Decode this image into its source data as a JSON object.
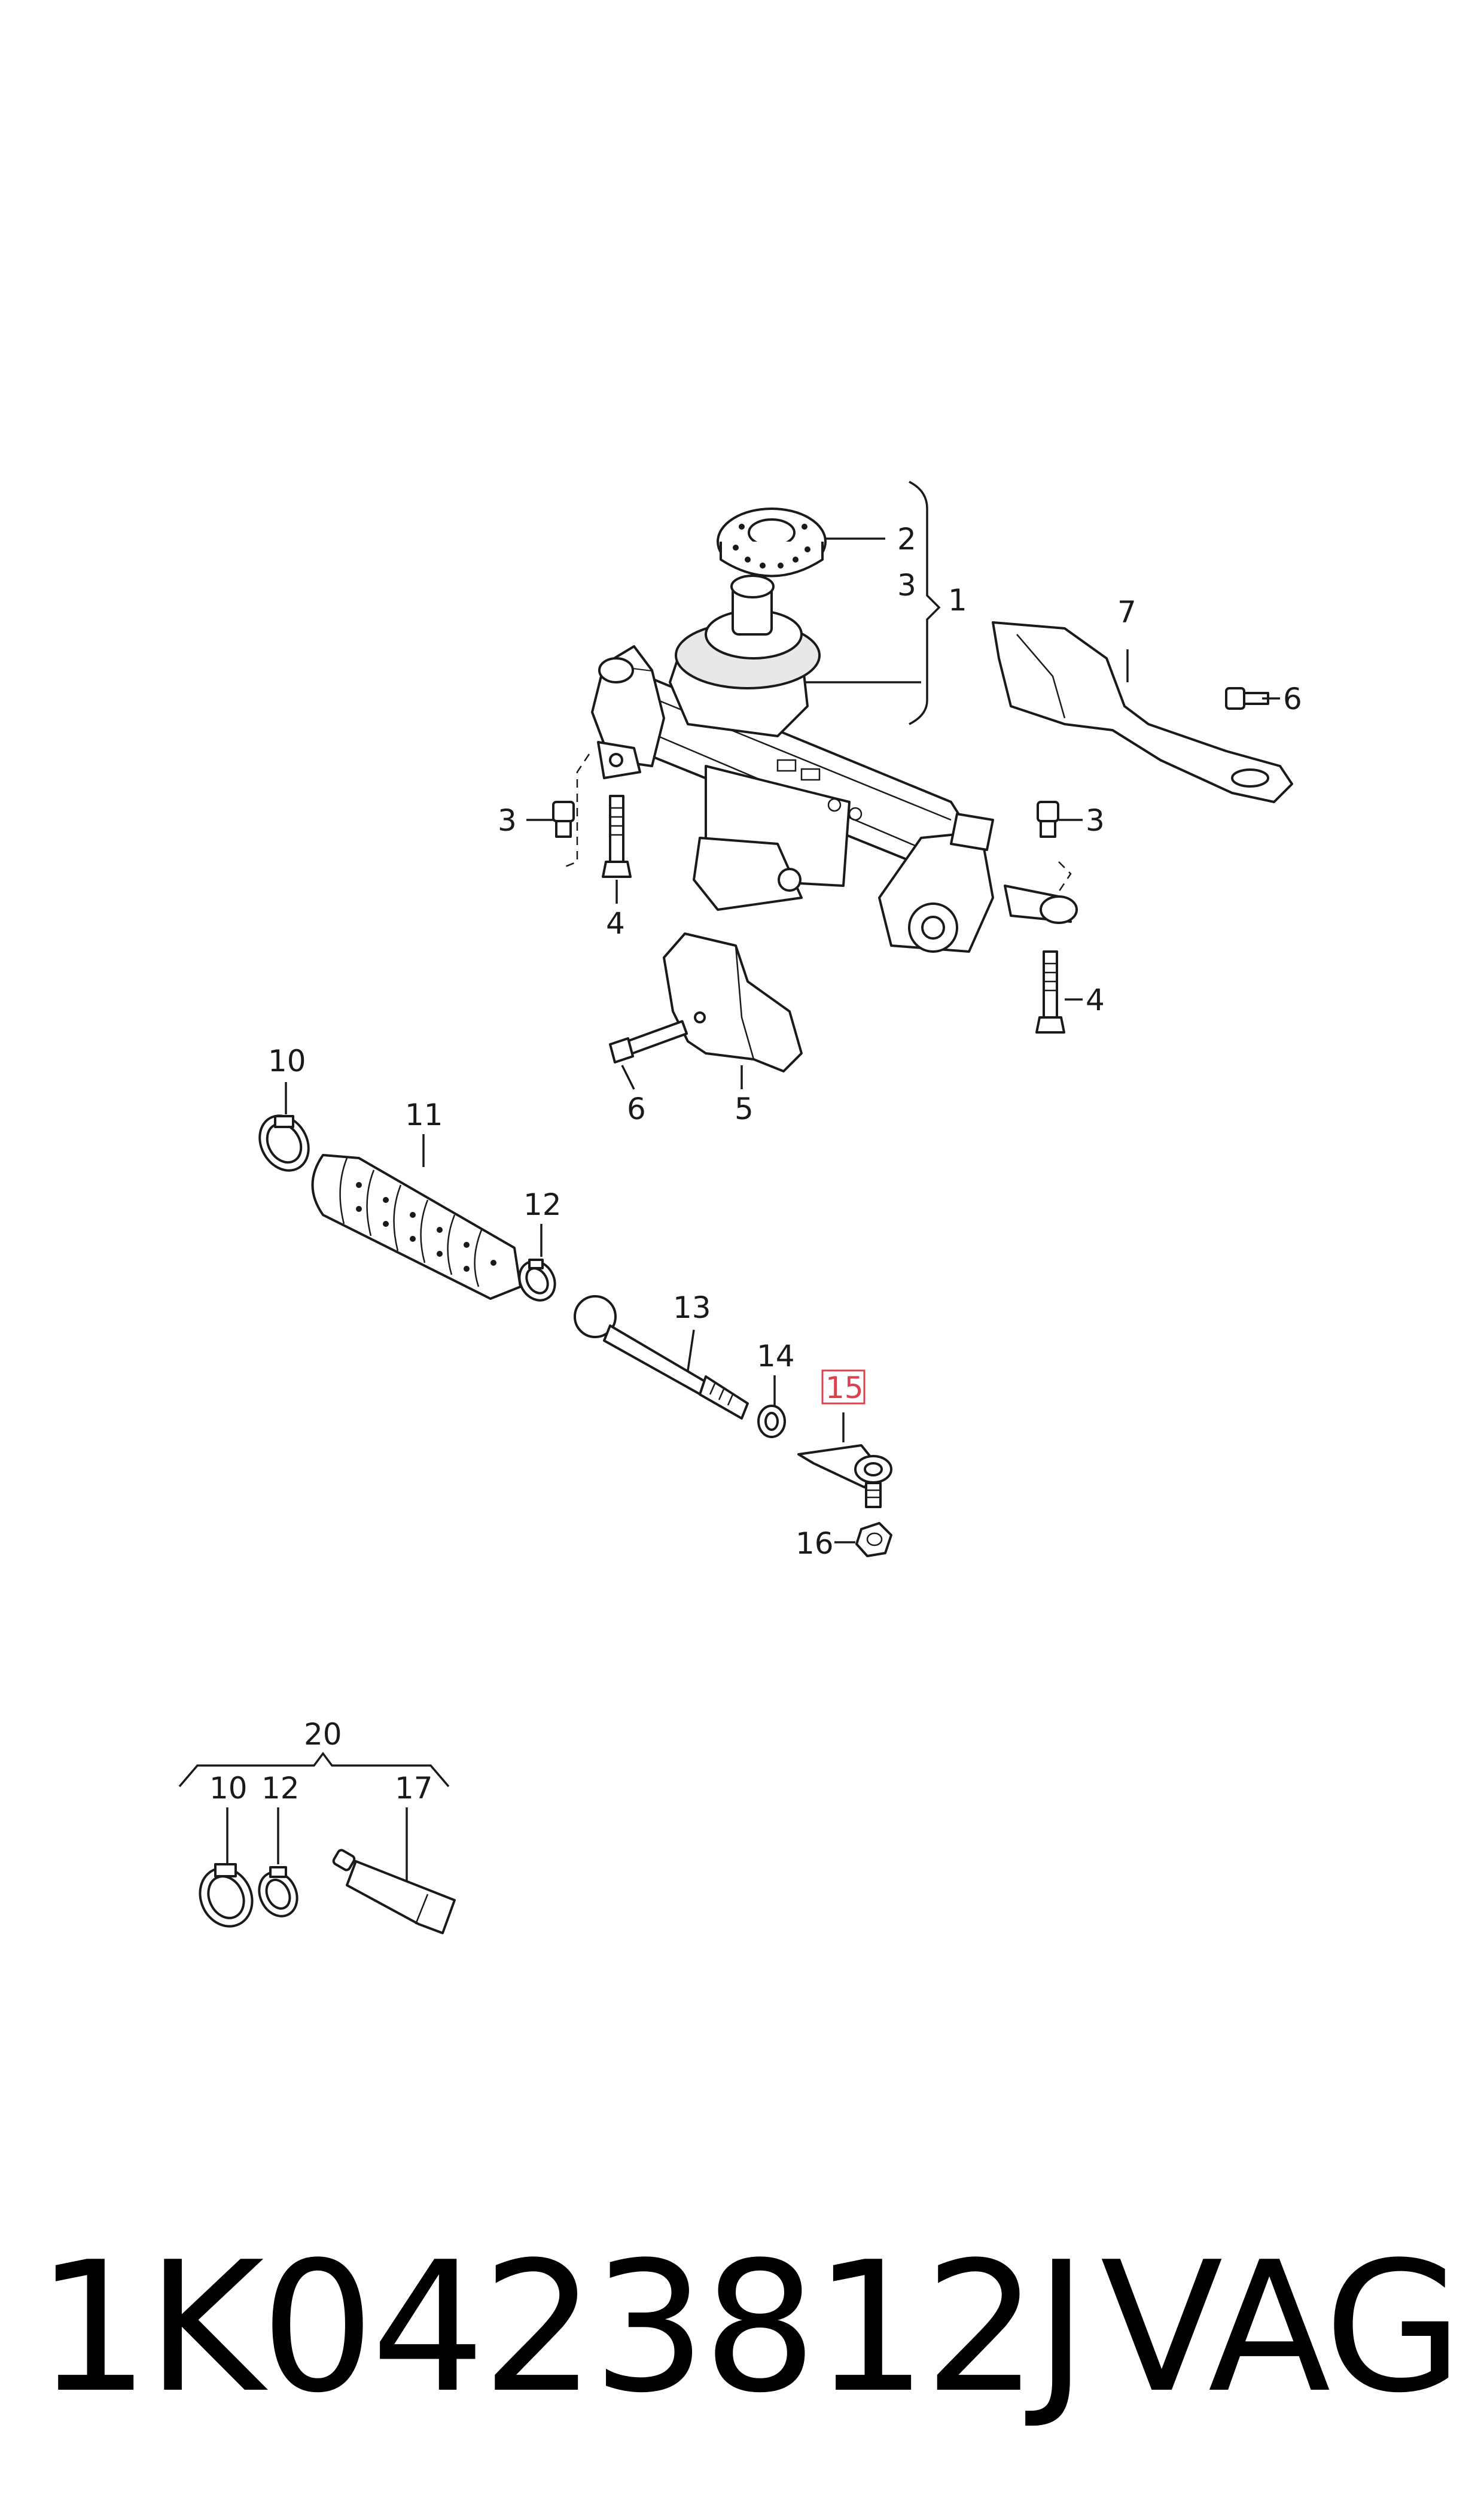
{
  "callouts": {
    "c1": "1",
    "c2": "2",
    "c3a": "3",
    "c3b": "3",
    "c3c": "3",
    "c4a": "4",
    "c4b": "4",
    "c5": "5",
    "c6a": "6",
    "c6b": "6",
    "c7": "7",
    "c10a": "10",
    "c11": "11",
    "c12a": "12",
    "c13": "13",
    "c14": "14",
    "c15": "15",
    "c16": "16",
    "c20": "20",
    "c10b": "10",
    "c12b": "12",
    "c17": "17"
  },
  "highlight_color": "#d9434f",
  "footer": {
    "part_number": "1K0423812J",
    "brand": "VAG"
  }
}
